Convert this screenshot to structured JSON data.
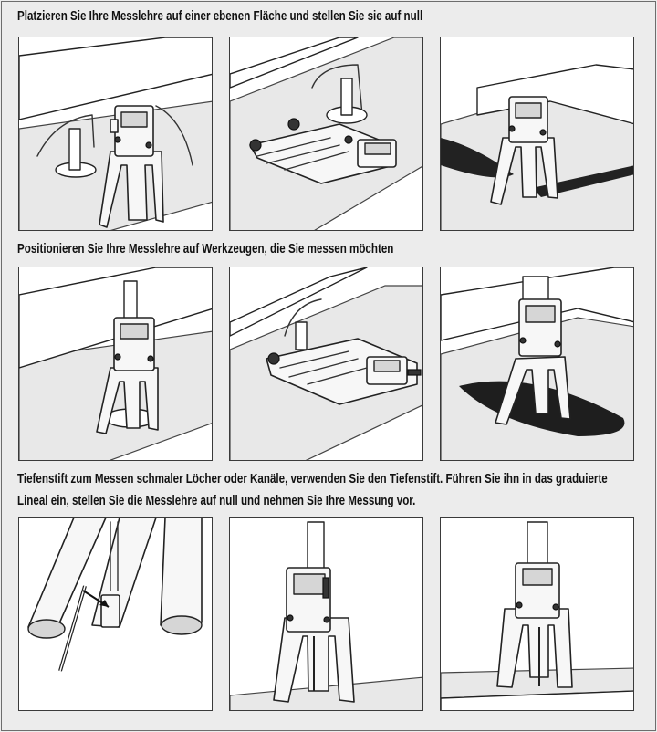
{
  "sections": [
    {
      "heading": "Platzieren Sie Ihre Messlehre auf einer ebenen Fläche und stellen Sie sie auf null"
    },
    {
      "heading": "Positionieren Sie Ihre Messlehre auf Werkzeugen, die Sie messen möchten"
    },
    {
      "heading_line1": "Tiefenstift zum Messen schmaler Löcher oder Kanäle, verwenden Sie den Tiefenstift. Führen Sie ihn in das graduierte",
      "heading_line2": "Lineal ein, stellen Sie die Messlehre auf null und nehmen Sie Ihre Messung vor."
    }
  ]
}
